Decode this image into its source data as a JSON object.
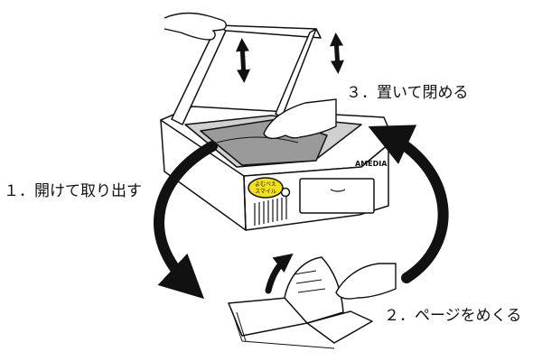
{
  "steps": [
    {
      "number": "1",
      "label": "１．開けて取り出す"
    },
    {
      "number": "2",
      "label": "２．ページをめくる"
    },
    {
      "number": "3",
      "label": "３．置いて閉める"
    }
  ],
  "device": {
    "brand": "AMEDIA",
    "badge_line1": "よむべえ",
    "badge_line2": "スマイル"
  },
  "colors": {
    "ink": "#111111",
    "paper": "#ffffff",
    "glass": "#d0d0d0",
    "sheet": "#9a9a9a",
    "badge": "#f2e01a"
  }
}
